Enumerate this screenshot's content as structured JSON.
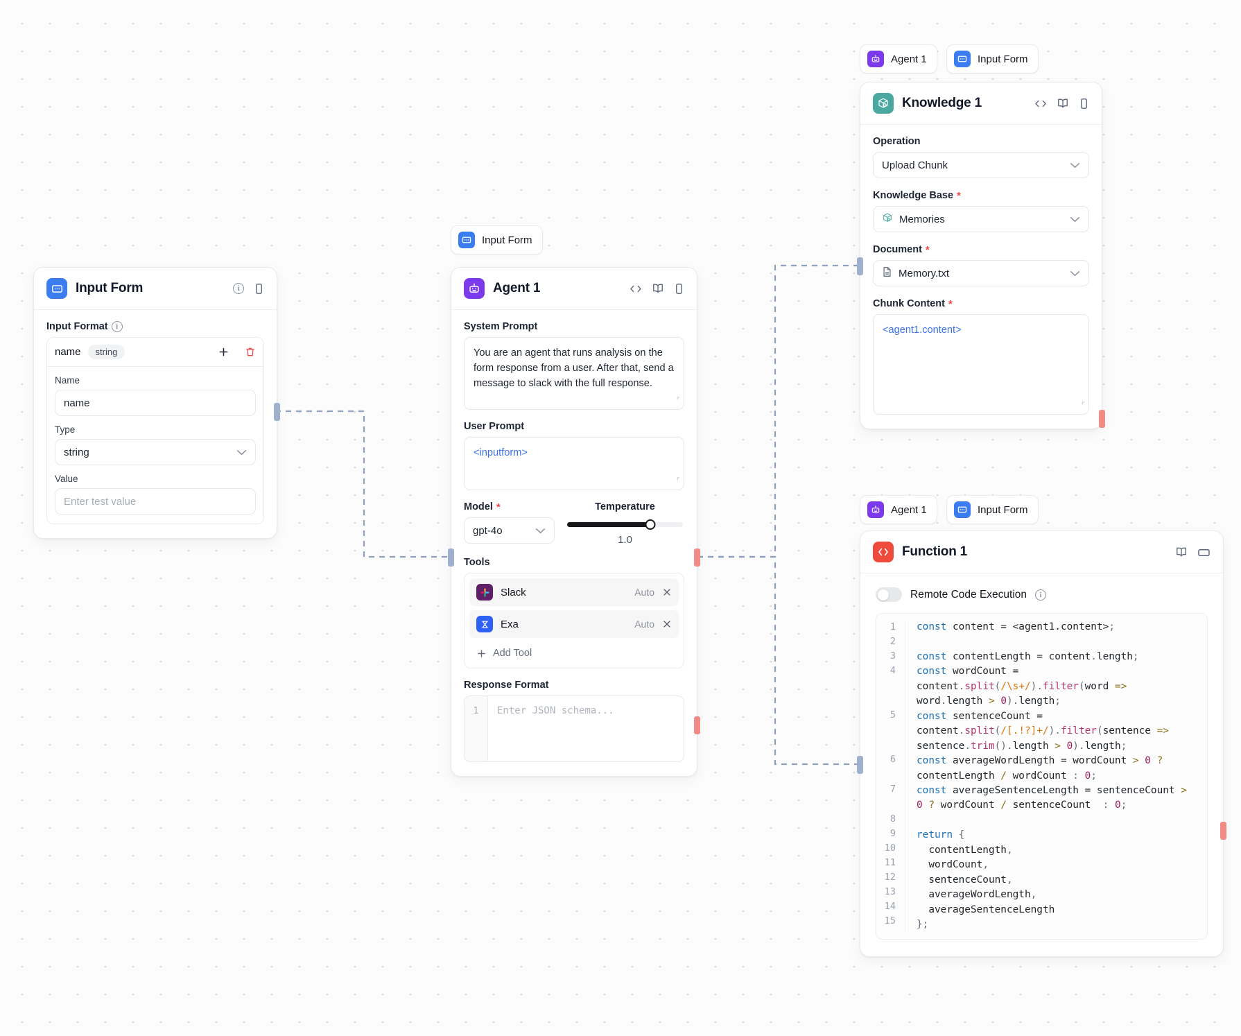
{
  "canvas": {
    "background": "#fcfcfc",
    "dot_color": "#d8d8dd"
  },
  "colors": {
    "input_form": "#3b7df0",
    "agent": "#7c3aed",
    "knowledge": "#4aa8a0",
    "function": "#ef4b3c",
    "token_blue": "#3b72e8",
    "required_red": "#ef4444",
    "port_in": "#9fb0cc",
    "port_out": "#f08b86"
  },
  "nodes": {
    "input_form": {
      "title": "Input Form",
      "icon": "form-icon",
      "header_actions": [
        "info-icon",
        "panel-icon"
      ],
      "input_format_label": "Input Format",
      "entry": {
        "key": "name",
        "type_chip": "string",
        "add": "add-icon",
        "delete": "delete-icon"
      },
      "name_label": "Name",
      "name_value": "name",
      "type_label": "Type",
      "type_value": "string",
      "value_label": "Value",
      "value_placeholder": "Enter test value"
    },
    "agent": {
      "title": "Agent 1",
      "icon": "robot-icon",
      "header_actions": [
        "code-icon",
        "book-icon",
        "panel-icon"
      ],
      "pill_label": "Input Form",
      "system_prompt_label": "System Prompt",
      "system_prompt": "You are an agent that runs analysis on the form response from a user. After that, send a message to slack with the full response.",
      "user_prompt_label": "User Prompt",
      "user_prompt": "<inputform>",
      "model_label": "Model",
      "model_value": "gpt-4o",
      "temperature_label": "Temperature",
      "temperature_value": "1.0",
      "temperature_percent": 72,
      "tools_label": "Tools",
      "tools": [
        {
          "name": "Slack",
          "mode": "Auto",
          "icon": "slack-icon"
        },
        {
          "name": "Exa",
          "mode": "Auto",
          "icon": "exa-icon"
        }
      ],
      "add_tool_label": "Add Tool",
      "response_format_label": "Response Format",
      "response_format_placeholder": "Enter JSON schema...",
      "response_format_line_number": "1"
    },
    "knowledge": {
      "title": "Knowledge 1",
      "icon": "knowledge-icon",
      "header_actions": [
        "code-icon",
        "book-icon",
        "panel-icon"
      ],
      "pills": [
        {
          "label": "Agent 1",
          "icon": "robot-icon"
        },
        {
          "label": "Input Form",
          "icon": "form-icon"
        }
      ],
      "operation_label": "Operation",
      "operation_value": "Upload Chunk",
      "knowledge_base_label": "Knowledge Base",
      "knowledge_base_value": "Memories",
      "document_label": "Document",
      "document_value": "Memory.txt",
      "chunk_content_label": "Chunk Content",
      "chunk_content_value": "<agent1.content>"
    },
    "function": {
      "title": "Function 1",
      "icon": "code-brackets-icon",
      "header_actions": [
        "book-icon",
        "window-icon"
      ],
      "pills": [
        {
          "label": "Agent 1",
          "icon": "robot-icon"
        },
        {
          "label": "Input Form",
          "icon": "form-icon"
        }
      ],
      "remote_toggle_label": "Remote Code Execution",
      "remote_toggle_on": false,
      "code_lines": [
        {
          "n": "1",
          "tokens": [
            [
              "kw",
              "const"
            ],
            [
              "txt",
              " content = "
            ],
            [
              "txt",
              "<agent1.content>"
            ],
            [
              "pun",
              ";"
            ]
          ]
        },
        {
          "n": "2",
          "tokens": []
        },
        {
          "n": "3",
          "tokens": [
            [
              "kw",
              "const"
            ],
            [
              "txt",
              " contentLength = content"
            ],
            [
              "pun",
              "."
            ],
            [
              "txt",
              "length"
            ],
            [
              "pun",
              ";"
            ]
          ]
        },
        {
          "n": "4",
          "tokens": [
            [
              "kw",
              "const"
            ],
            [
              "txt",
              " wordCount =\ncontent"
            ],
            [
              "pun",
              "."
            ],
            [
              "fnm",
              "split"
            ],
            [
              "pun",
              "("
            ],
            [
              "rgx",
              "/\\s+/"
            ],
            [
              "pun",
              ")."
            ],
            [
              "fnm",
              "filter"
            ],
            [
              "pun",
              "("
            ],
            [
              "txt",
              "word "
            ],
            [
              "op",
              "=>"
            ],
            [
              "txt",
              "\nword"
            ],
            [
              "pun",
              "."
            ],
            [
              "txt",
              "length "
            ],
            [
              "op",
              ">"
            ],
            [
              "num",
              " 0"
            ],
            [
              "pun",
              ")."
            ],
            [
              "txt",
              "length"
            ],
            [
              "pun",
              ";"
            ]
          ]
        },
        {
          "n": "5",
          "tokens": [
            [
              "kw",
              "const"
            ],
            [
              "txt",
              " sentenceCount =\ncontent"
            ],
            [
              "pun",
              "."
            ],
            [
              "fnm",
              "split"
            ],
            [
              "pun",
              "("
            ],
            [
              "rgx",
              "/[.!?]+/"
            ],
            [
              "pun",
              ")."
            ],
            [
              "fnm",
              "filter"
            ],
            [
              "pun",
              "("
            ],
            [
              "txt",
              "sentence "
            ],
            [
              "op",
              "=>"
            ],
            [
              "txt",
              "\nsentence"
            ],
            [
              "pun",
              "."
            ],
            [
              "fnm",
              "trim"
            ],
            [
              "pun",
              "()."
            ],
            [
              "txt",
              "length "
            ],
            [
              "op",
              ">"
            ],
            [
              "num",
              " 0"
            ],
            [
              "pun",
              ")."
            ],
            [
              "txt",
              "length"
            ],
            [
              "pun",
              ";"
            ]
          ]
        },
        {
          "n": "6",
          "tokens": [
            [
              "kw",
              "const"
            ],
            [
              "txt",
              " averageWordLength = wordCount "
            ],
            [
              "op",
              ">"
            ],
            [
              "num",
              " 0"
            ],
            [
              "op",
              " ?"
            ],
            [
              "txt",
              "\ncontentLength "
            ],
            [
              "op",
              "/"
            ],
            [
              "txt",
              " wordCount "
            ],
            [
              "pun",
              ":"
            ],
            [
              "num",
              " 0"
            ],
            [
              "pun",
              ";"
            ]
          ]
        },
        {
          "n": "7",
          "tokens": [
            [
              "kw",
              "const"
            ],
            [
              "txt",
              " averageSentenceLength = sentenceCount "
            ],
            [
              "op",
              ">"
            ],
            [
              "num",
              "\n0"
            ],
            [
              "op",
              " ?"
            ],
            [
              "txt",
              " wordCount "
            ],
            [
              "op",
              "/"
            ],
            [
              "txt",
              " sentenceCount "
            ],
            [
              "pun",
              " :"
            ],
            [
              "num",
              " 0"
            ],
            [
              "pun",
              ";"
            ]
          ]
        },
        {
          "n": "8",
          "tokens": []
        },
        {
          "n": "9",
          "tokens": [
            [
              "kw",
              "return"
            ],
            [
              "pun",
              " {"
            ]
          ]
        },
        {
          "n": "10",
          "tokens": [
            [
              "txt",
              "  contentLength"
            ],
            [
              "pun",
              ","
            ]
          ]
        },
        {
          "n": "11",
          "tokens": [
            [
              "txt",
              "  wordCount"
            ],
            [
              "pun",
              ","
            ]
          ]
        },
        {
          "n": "12",
          "tokens": [
            [
              "txt",
              "  sentenceCount"
            ],
            [
              "pun",
              ","
            ]
          ]
        },
        {
          "n": "13",
          "tokens": [
            [
              "txt",
              "  averageWordLength"
            ],
            [
              "pun",
              ","
            ]
          ]
        },
        {
          "n": "14",
          "tokens": [
            [
              "txt",
              "  averageSentenceLength"
            ]
          ]
        },
        {
          "n": "15",
          "tokens": [
            [
              "pun",
              "};"
            ]
          ]
        }
      ]
    }
  }
}
